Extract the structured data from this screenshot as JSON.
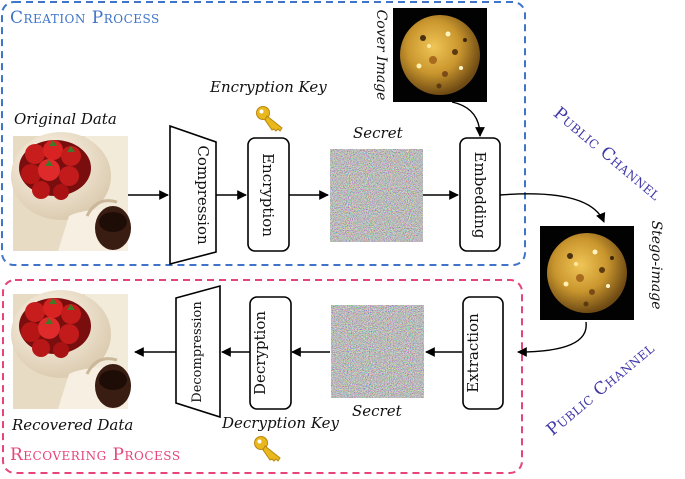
{
  "diagram": {
    "creation_title": "Creation Process",
    "recovering_title": "Recovering Process",
    "public_channel_top": "Public Channel",
    "public_channel_bottom": "Public Channel",
    "labels": {
      "original_data": "Original Data",
      "recovered_data": "Recovered Data",
      "encryption_key": "Encryption Key",
      "decryption_key": "Decryption Key",
      "secret_top": "Secret",
      "secret_bottom": "Secret",
      "cover_image": "Cover Image",
      "stego_image": "Stego-image"
    },
    "blocks": {
      "compression": "Compression",
      "encryption": "Encryption",
      "embedding": "Embedding",
      "extraction": "Extraction",
      "decryption": "Decryption",
      "decompression": "Decompression"
    },
    "colors": {
      "creation_border": "#3f74c9",
      "recovering_border": "#e6447a",
      "channel_text": "#4038a8",
      "key_gold": "#e8b81c"
    },
    "icons": [
      "key-icon",
      "strawberry-bowl-photo",
      "io-moon-photo",
      "noise-image"
    ]
  }
}
